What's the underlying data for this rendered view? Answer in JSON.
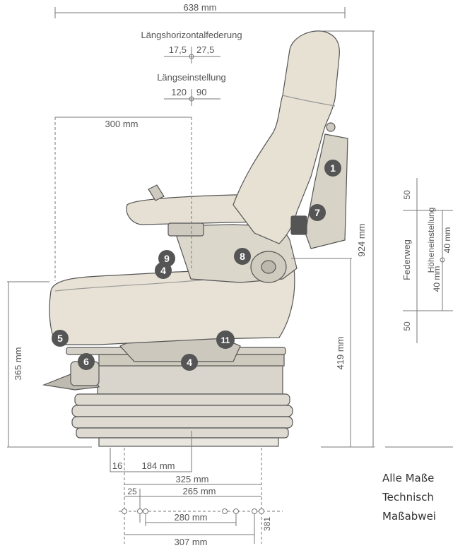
{
  "dimensions": {
    "overall_width": "638 mm",
    "laengshorizontal_title": "Längshorizontalfederung",
    "laengshorizontal_left": "17,5",
    "laengshorizontal_right": "27,5",
    "laengseinstellung_title": "Längseinstellung",
    "laengseinstellung_left": "120",
    "laengseinstellung_right": "90",
    "seat_depth": "300 mm",
    "total_height": "924 mm",
    "seat_height": "419 mm",
    "base_height": "365 mm",
    "offset_16": "16",
    "width_184": "184 mm",
    "width_325": "325 mm",
    "offset_25": "25",
    "width_265": "265 mm",
    "width_280": "280 mm",
    "width_307": "307 mm",
    "hole_381": "381"
  },
  "suspension_scale": {
    "top": "50",
    "bottom": "50",
    "federweg": "Federweg",
    "hoeheneinstellung": "Höheneinstellung",
    "minus": "40 mm",
    "plus": "40 mm"
  },
  "markers": [
    "1",
    "4",
    "4",
    "5",
    "6",
    "7",
    "8",
    "9",
    "11"
  ],
  "notes": {
    "line1": "Alle Maße",
    "line2": "Technisch",
    "line3": "Maßabwei"
  },
  "colors": {
    "marker": "#555555",
    "marker_text": "#ffffff",
    "seat_fill": "#e6e1d3",
    "dim_line": "#777777"
  }
}
